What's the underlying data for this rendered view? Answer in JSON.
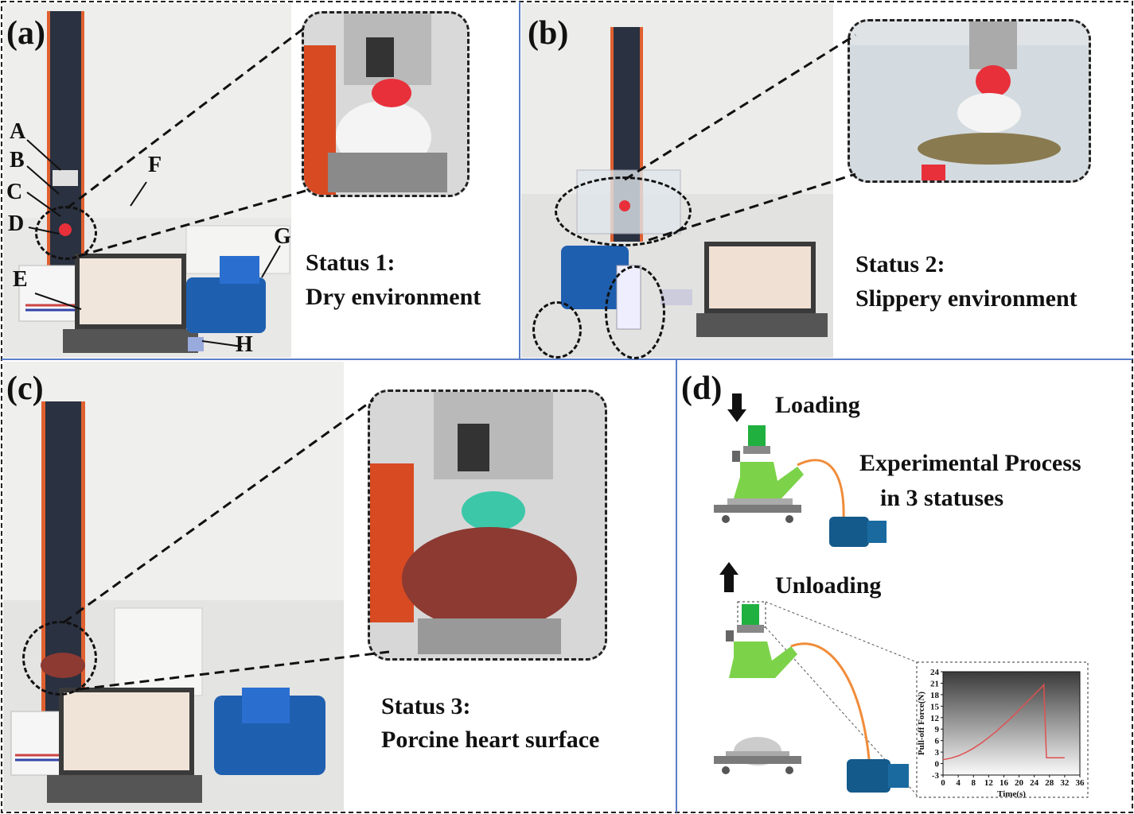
{
  "panels": {
    "a": {
      "letter": "(a)",
      "status_title": "Status 1:",
      "status_desc": "Dry environment",
      "callouts": [
        "A",
        "B",
        "C",
        "D",
        "E",
        "F",
        "G",
        "H"
      ]
    },
    "b": {
      "letter": "(b)",
      "status_title": "Status 2:",
      "status_desc": "Slippery environment"
    },
    "c": {
      "letter": "(c)",
      "status_title": "Status 3:",
      "status_desc": "Porcine heart surface"
    },
    "d": {
      "letter": "(d)",
      "loading": "Loading",
      "unloading": "Unloading",
      "process_line1": "Experimental Process",
      "process_line2": "in 3 statuses"
    }
  },
  "colors": {
    "border_blue": "#5b7ec9",
    "device_green": "#7cd34a",
    "tube_orange": "#f08c3a",
    "pump_blue": "#145a8a",
    "curve_red": "#e05050",
    "sucker_red": "#e8303a",
    "sucker_teal": "#3cc7a8"
  },
  "chart_data": {
    "type": "line",
    "xlabel": "Time(s)",
    "ylabel": "Pull-off Force(N)",
    "xlim": [
      0,
      36
    ],
    "ylim": [
      -3,
      24
    ],
    "xticks": [
      0,
      4,
      8,
      12,
      16,
      20,
      24,
      28,
      32,
      36
    ],
    "yticks": [
      -3,
      0,
      3,
      6,
      9,
      12,
      15,
      18,
      21,
      24
    ],
    "series": [
      {
        "x": [
          0,
          2,
          4,
          6,
          8,
          10,
          12,
          14,
          16,
          18,
          20,
          22,
          24,
          26,
          26.5,
          27.2,
          28,
          30,
          32
        ],
        "y": [
          1.0,
          1.4,
          2.0,
          2.9,
          4.0,
          5.3,
          6.8,
          8.4,
          10.2,
          12.0,
          14.0,
          16.0,
          18.0,
          20.0,
          20.6,
          1.5,
          1.5,
          1.5,
          1.5
        ]
      }
    ]
  }
}
